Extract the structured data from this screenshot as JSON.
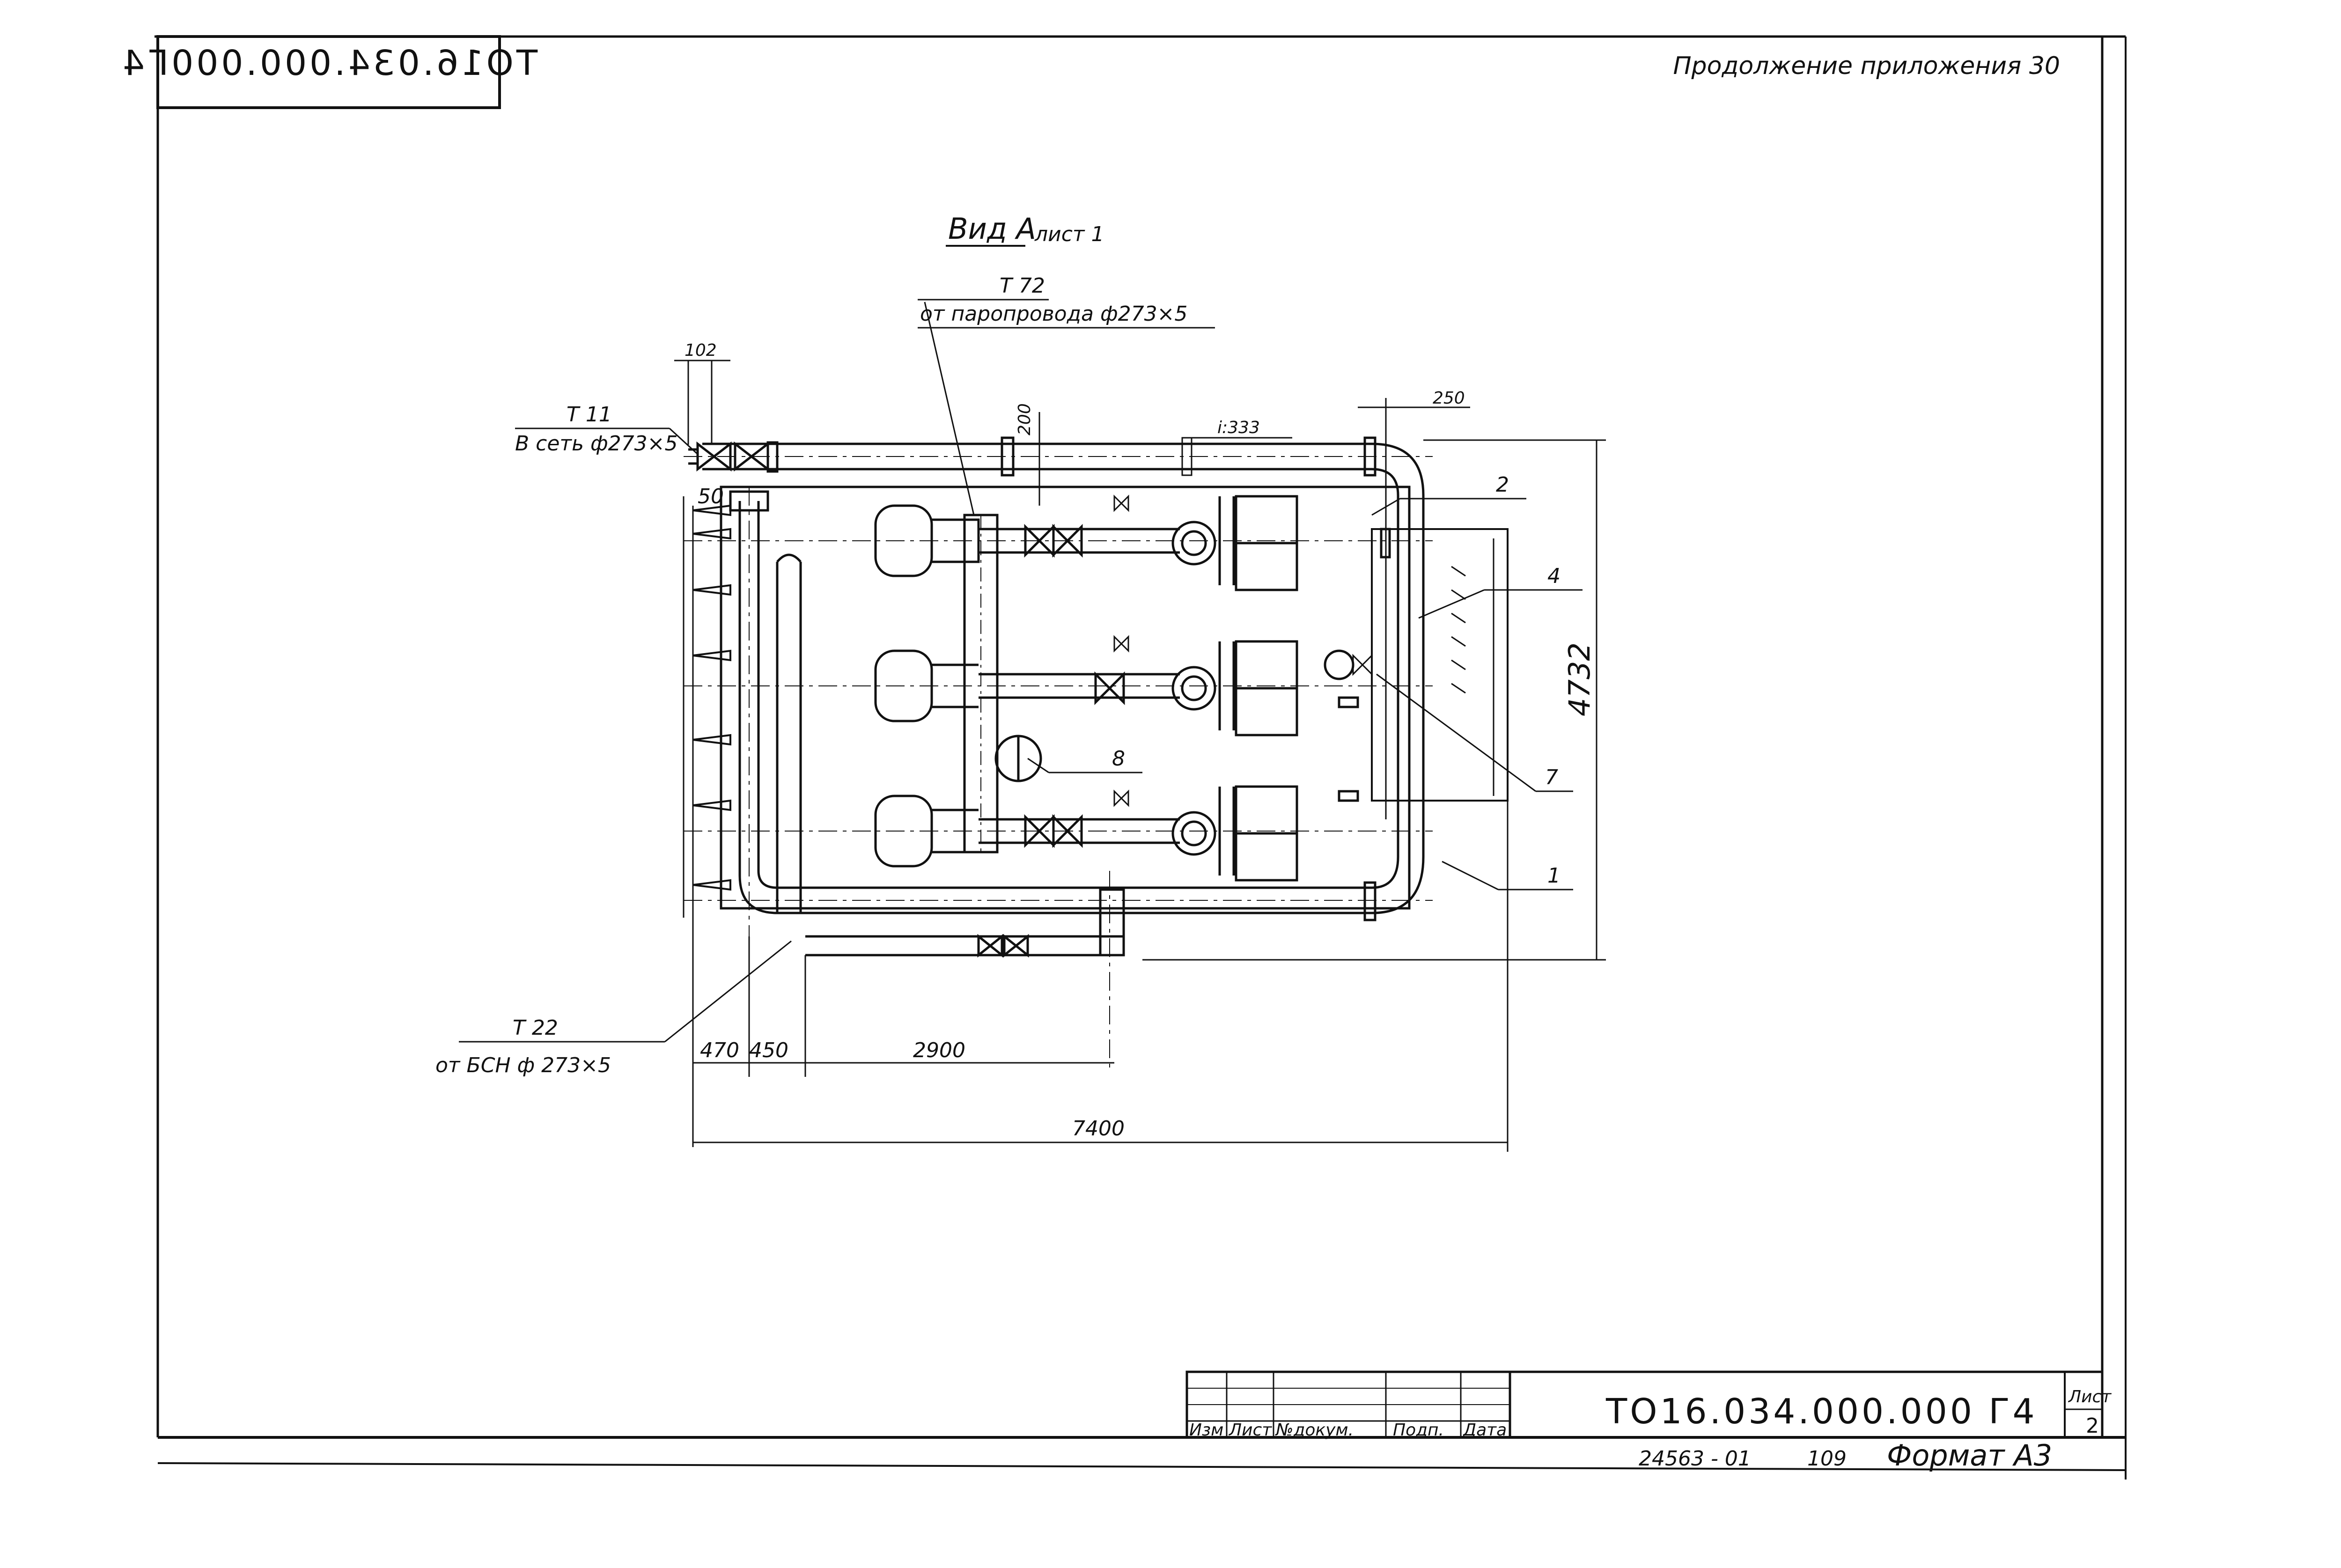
{
  "header": {
    "continuation": "Продолжение приложения 30",
    "mirrored_code": "ТО16.034.000.000Г4"
  },
  "view": {
    "title": "Вид А",
    "sheet_ref": "лист 1"
  },
  "pipes": {
    "t72_label": "Т 72",
    "t72_from": "от паропровода ф273×5",
    "t11_label": "Т 11",
    "t11_to": "В сеть ф273×5",
    "t22_label": "Т 22",
    "t22_from": "от БСН ф 273×5",
    "slope": "i:333"
  },
  "dimensions": {
    "d102": "102",
    "d200": "200",
    "d250": "250",
    "d50": "50",
    "d4732": "4732",
    "d470": "470",
    "d450": "450",
    "d2900": "2900",
    "d7400": "7400"
  },
  "callouts": {
    "c1": "1",
    "c2": "2",
    "c4": "4",
    "c7": "7",
    "c8": "8"
  },
  "title_block": {
    "col_izm": "Изм",
    "col_list": "Лист",
    "col_doc": "№докум.",
    "col_sign": "Подп.",
    "col_date": "Дата",
    "doc_code": "ТО16.034.000.000 Г4",
    "sheet_label": "Лист",
    "sheet_number": "2",
    "archive_no": "24563 - 01",
    "archive_page": "109",
    "format": "Формат А3"
  }
}
